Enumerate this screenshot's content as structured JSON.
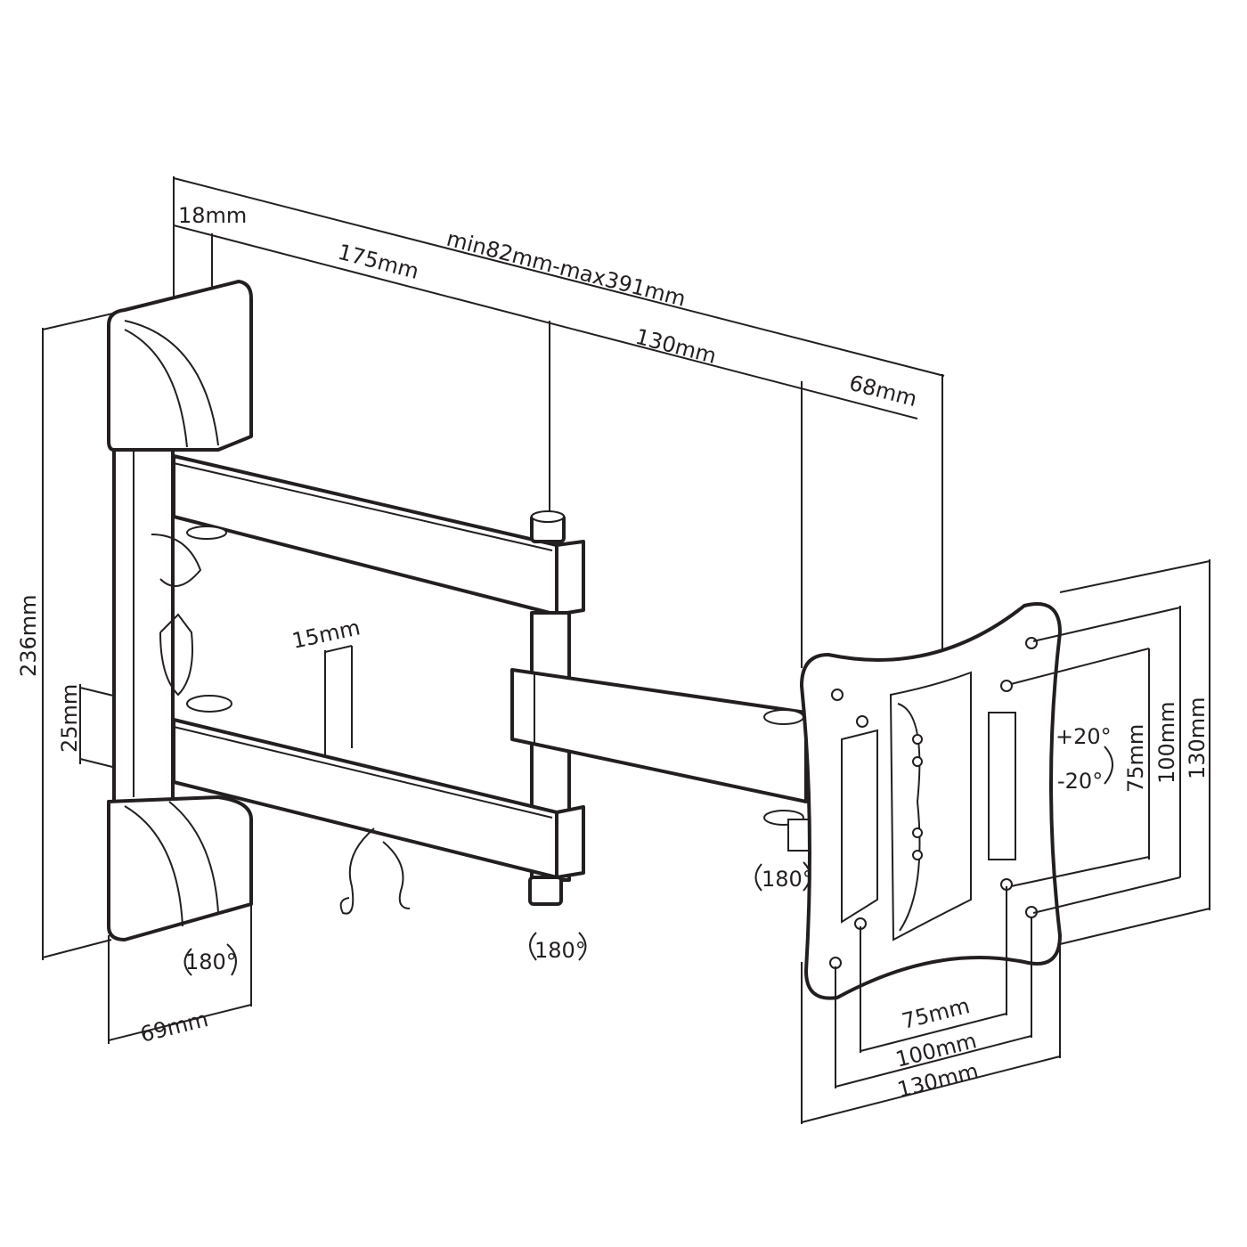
{
  "dimensions": {
    "wall_offset_top": "18mm",
    "extension_range": "min82mm-max391mm",
    "arm1_length": "175mm",
    "arm2_length": "130mm",
    "head_depth": "68mm",
    "wall_plate_height": "236mm",
    "arm_height": "25mm",
    "arm_width": "15mm",
    "wall_plate_width": "69mm"
  },
  "rotations": {
    "wall_pivot": "180°",
    "middle_pivot": "180°",
    "head_pivot": "180°",
    "tilt_up": "+20°",
    "tilt_down": "-20°"
  },
  "vesa": {
    "vertical": [
      "75mm",
      "100mm",
      "130mm"
    ],
    "horizontal": [
      "75mm",
      "100mm",
      "130mm"
    ]
  },
  "colors": {
    "line": "#231f20",
    "background": "#ffffff"
  }
}
